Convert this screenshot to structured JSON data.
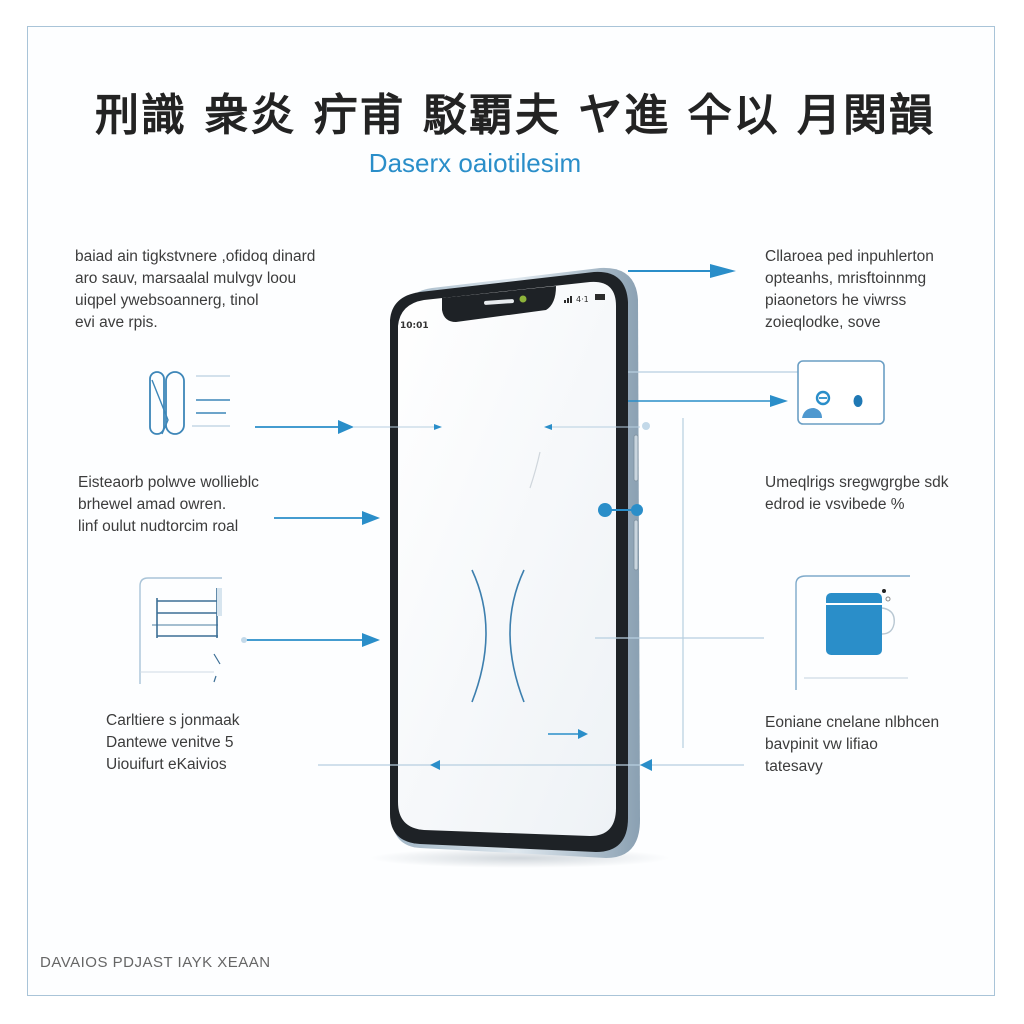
{
  "diagram": {
    "title": "刑識 衆炎 疔甫 駁覇夫 ヤ進 仐以 月関韻",
    "subtitle": "Daserx oaiotilesim",
    "accent_color": "#2a8ec9",
    "frame_color": "#a9c4d8",
    "phone": {
      "status_time": "10:01",
      "status_icons": [
        "signal-icon",
        "wifi-icon",
        "battery-icon"
      ],
      "camera_dot_color": "#8db33a"
    },
    "callouts": {
      "top_left": "baiad ain tigkstvnere ,ofidoq dinard\naro sauv, marsaalal mulvgv loou\nuiqpel ywebsoannerg, tinol\nevi ave rpis.",
      "middle_left": "Eisteaorb polwve wollieblc\nbrhewel amad owren.\nlinf oulut nudtorcim roal",
      "bottom_left": "Carltiere s jonmaak\nDantewe venitve 5\nUiouifurt eKaivios",
      "top_right": "Cllaroea ped inpuhlerton\nopteanhs, mrisftoinnmg\npiaonetors he viwrss\nzoieqlodke, sove",
      "middle_right": "Umeqlrigs sregwgrgbe sdk\nedrod ie vsvibede %",
      "bottom_right": "Eoniane cnelane nlbhcen\nbavpinit vw lifiao\ntatesavy"
    },
    "footer": "DAVAIOS PDJAST IAYK XEAAN",
    "icons": {
      "left_top": "phone-list-icon",
      "left_bottom": "list-panel-icon",
      "right_top": "toggle-card-icon",
      "right_bottom": "mug-window-icon"
    }
  }
}
